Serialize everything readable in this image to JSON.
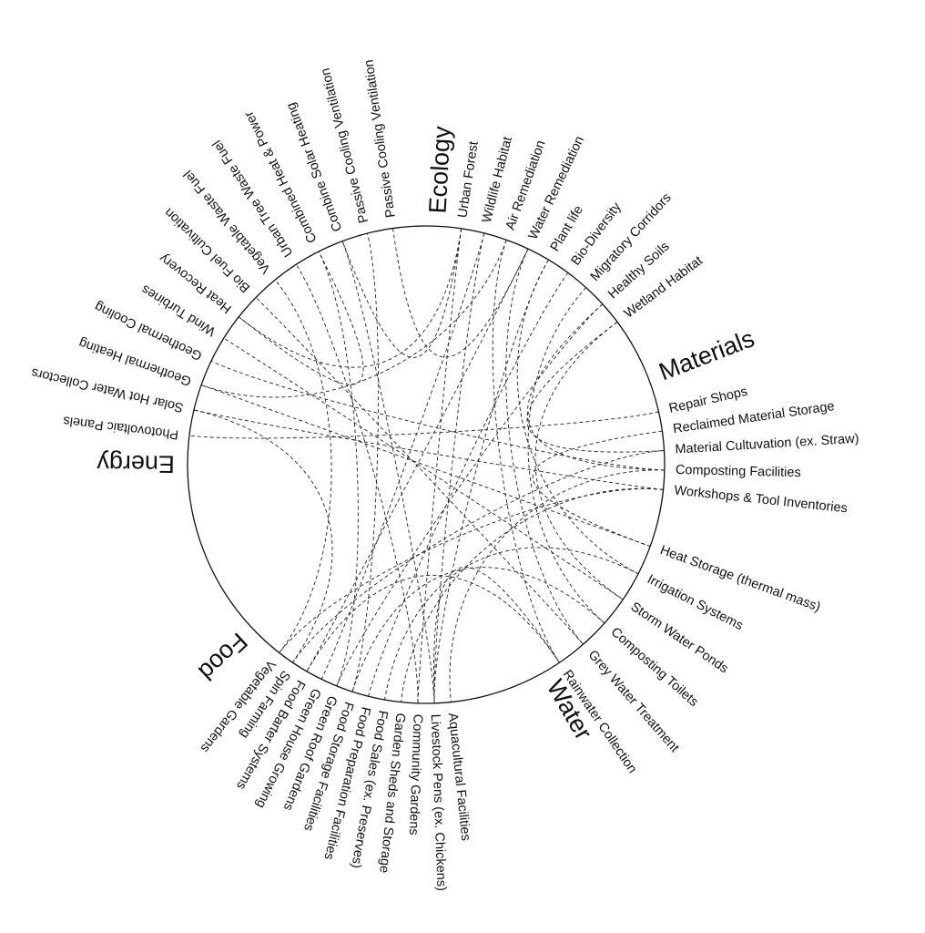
{
  "diagram": {
    "groups": [
      {
        "name": "Ecology",
        "items": [
          "Urban Forest",
          "Wildlife Habitat",
          "Air Remediation",
          "Water Remediation",
          "Plant life",
          "Bio-Diversity",
          "Migratory Corridors",
          "Healthy Soils",
          "Wetland Habitat"
        ]
      },
      {
        "name": "Materials",
        "items": [
          "Repair Shops",
          "Reclaimed Material Storage",
          "Material Cultuvation (ex. Straw)",
          "Composting Facilities",
          "Workshops & Tool Inventories"
        ]
      },
      {
        "name": "Water",
        "items": [
          "Heat Storage (thermal mass)",
          "Irrigation Systems",
          "Storm Water Ponds",
          "Composting Toilets",
          "Grey Water Treatment",
          "Rainwater Collection"
        ]
      },
      {
        "name": "Food",
        "items": [
          "Vegetable Gardens",
          "Spin Farming",
          "Food Barter Systems",
          "Green House Growing",
          "Green Roof Gardens",
          "Food Storage Facilities",
          "Food Preparation Facilities",
          "Food Sales (ex. Preserves)",
          "Garden Sheds and Storage",
          "Community Gardens",
          "Livestock Pens (ex. Chickens)",
          "Aquacultural Facilities"
        ]
      },
      {
        "name": "Energy",
        "items": [
          "Photovoltaic Panels",
          "Solar Hot Water Collectors",
          "Geothermal Heating",
          "Geothermal Cooling",
          "Wind Turbines",
          "Heat Recovery",
          "Bio Fuel Cultivation",
          "Vegetable Waste Fuel",
          "Urban Tree Waste Fuel",
          "Combined Heat & Power",
          "Combine Solar Heating",
          "Passive Cooling Ventilation",
          "Passive Cooling Ventilation"
        ]
      }
    ],
    "connections": [
      [
        "Ecology",
        0,
        "Food",
        9
      ],
      [
        "Ecology",
        0,
        "Energy",
        5
      ],
      [
        "Ecology",
        1,
        "Food",
        3
      ],
      [
        "Ecology",
        1,
        "Food",
        10
      ],
      [
        "Ecology",
        2,
        "Energy",
        2
      ],
      [
        "Ecology",
        3,
        "Food",
        2
      ],
      [
        "Ecology",
        3,
        "Water",
        4
      ],
      [
        "Ecology",
        4,
        "Food",
        10
      ],
      [
        "Ecology",
        4,
        "Water",
        1
      ],
      [
        "Ecology",
        5,
        "Food",
        6
      ],
      [
        "Ecology",
        6,
        "Water",
        3
      ],
      [
        "Ecology",
        7,
        "Materials",
        3
      ],
      [
        "Ecology",
        7,
        "Food",
        4
      ],
      [
        "Ecology",
        8,
        "Water",
        2
      ],
      [
        "Ecology",
        8,
        "Materials",
        2
      ],
      [
        "Materials",
        0,
        "Energy",
        0
      ],
      [
        "Materials",
        1,
        "Water",
        0
      ],
      [
        "Materials",
        2,
        "Food",
        1
      ],
      [
        "Materials",
        3,
        "Food",
        11
      ],
      [
        "Materials",
        3,
        "Energy",
        3
      ],
      [
        "Materials",
        4,
        "Food",
        0
      ],
      [
        "Materials",
        4,
        "Energy",
        1
      ],
      [
        "Materials",
        4,
        "Food",
        8
      ],
      [
        "Water",
        0,
        "Energy",
        2
      ],
      [
        "Water",
        1,
        "Food",
        7
      ],
      [
        "Water",
        2,
        "Energy",
        4
      ],
      [
        "Water",
        3,
        "Food",
        5
      ],
      [
        "Water",
        4,
        "Energy",
        6
      ],
      [
        "Water",
        5,
        "Food",
        10
      ],
      [
        "Food",
        0,
        "Energy",
        7
      ],
      [
        "Food",
        4,
        "Energy",
        9
      ],
      [
        "Food",
        5,
        "Energy",
        11
      ],
      [
        "Food",
        9,
        "Energy",
        8
      ],
      [
        "Food",
        10,
        "Energy",
        10
      ],
      [
        "Energy",
        5,
        "Energy",
        9
      ],
      [
        "Energy",
        12,
        "Ecology",
        3
      ],
      [
        "Energy",
        10,
        "Ecology",
        0
      ],
      [
        "Food",
        2,
        "Water",
        5
      ],
      [
        "Ecology",
        2,
        "Water",
        5
      ],
      [
        "Energy",
        1,
        "Food",
        1
      ]
    ]
  }
}
